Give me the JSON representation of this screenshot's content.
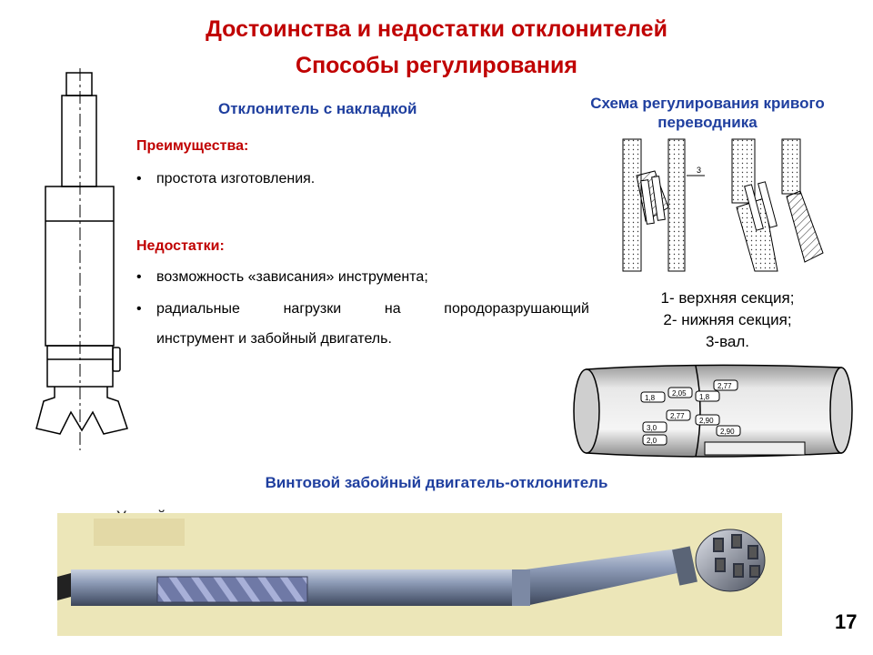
{
  "slide": {
    "title": "Достоинства и недостатки отклонителей",
    "subtitle": "Способы регулирования",
    "page_number": "17"
  },
  "left": {
    "heading": "Отклонитель с накладкой",
    "advantages_label": "Преимущества:",
    "advantages": [
      "простота изготовления."
    ],
    "disadvantages_label": "Недостатки:",
    "disadvantages": [
      "возможность «зависания» инструмента;",
      "радиальные нагрузки на породоразрушающий",
      "инструмент и забойный двигатель."
    ]
  },
  "right": {
    "heading_line1": "Схема регулирования кривого",
    "heading_line2": "переводника",
    "legend": [
      "1- верхняя секция;",
      "2- нижняя секция;",
      "3-вал."
    ],
    "scheme_label": "3",
    "dial_labels": [
      "2,77",
      "2,05",
      "1,8",
      "2,77",
      "2,90",
      "2,90",
      "3,0",
      "2,0",
      "1,8"
    ]
  },
  "bottom": {
    "heading": "Винтовой забойный двигатель-отклонитель",
    "overlapped_caption": "Устройство для регулирования угла искривления корпуса"
  },
  "colors": {
    "title": "#c00000",
    "heading": "#1f3f9f",
    "photo_bg": "#ece6b8",
    "pipe": "#8f9db8"
  }
}
